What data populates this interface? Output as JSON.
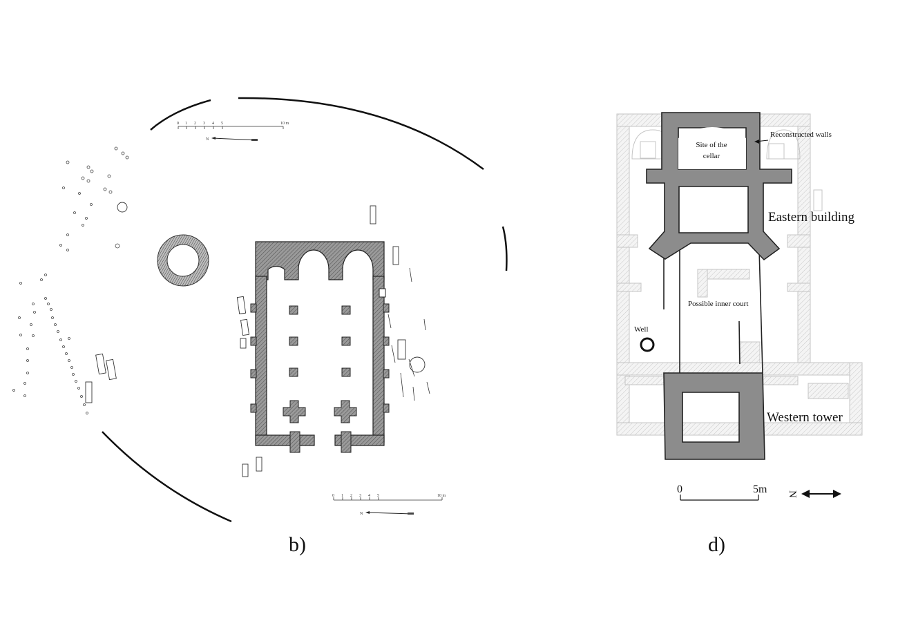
{
  "panel_b": {
    "label": "b)",
    "scale_ticks": [
      "0",
      "1",
      "2",
      "3",
      "4",
      "5",
      "10 m"
    ],
    "north_label": "N"
  },
  "panel_d": {
    "label": "d)",
    "annotations": {
      "reconstructed_walls": "Reconstructed walls",
      "site_of_cellar_line1": "Site of the",
      "site_of_cellar_line2": "cellar",
      "eastern_building": "Eastern building",
      "possible_inner_court": "Possible inner court",
      "well": "Well",
      "western_tower": "Western tower"
    },
    "scale_start": "0",
    "scale_end": "5m",
    "north_label": "N"
  },
  "colors": {
    "wall_fill": "#8c8c8c",
    "wall_stroke": "#222222",
    "faint_plan": "#c4c4c4",
    "hatch": "#9a9a9a",
    "ink": "#111111"
  }
}
